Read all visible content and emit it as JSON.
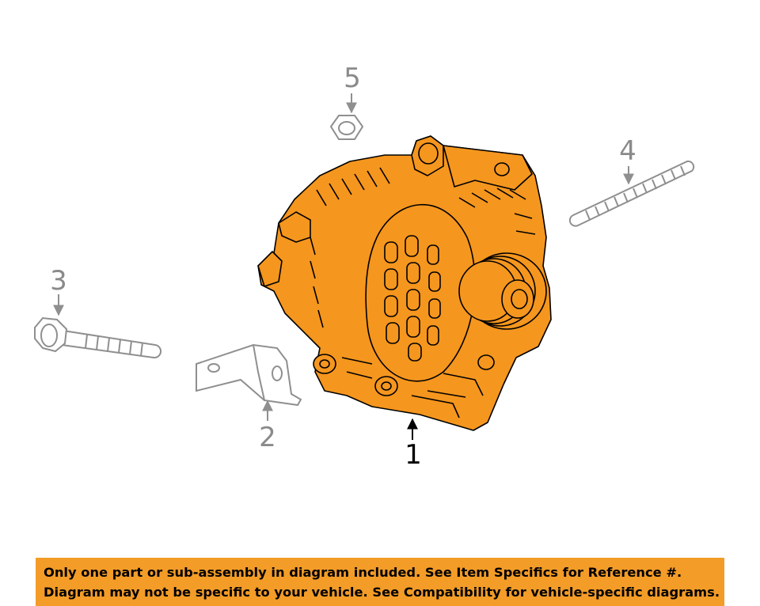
{
  "diagram": {
    "colors": {
      "highlight": "#f5961e",
      "highlight_stroke": "#000000",
      "ghost_stroke": "#8f8f8f",
      "ghost_fill": "#ffffff"
    },
    "parts": [
      {
        "number": "1",
        "name": "alternator",
        "highlighted": true
      },
      {
        "number": "2",
        "name": "bracket",
        "highlighted": false
      },
      {
        "number": "3",
        "name": "bolt",
        "highlighted": false
      },
      {
        "number": "4",
        "name": "stud",
        "highlighted": false
      },
      {
        "number": "5",
        "name": "nut",
        "highlighted": false
      }
    ]
  },
  "banner": {
    "background": "#f39c28",
    "line1": "Only one part or sub-assembly in diagram included. See Item Specifics for Reference #.",
    "line2": "Diagram may not be specific to your vehicle. See Compatibility for vehicle-specific diagrams."
  }
}
